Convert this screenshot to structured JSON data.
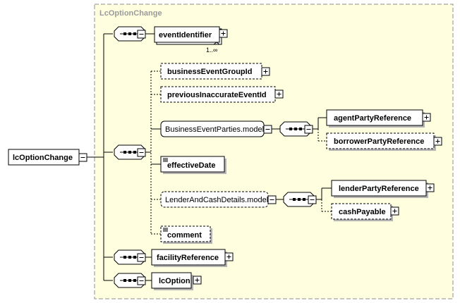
{
  "diagram": {
    "type_title": "LcOptionChange",
    "root_element": "lcOptionChange",
    "elements": {
      "event_identifier": "eventIdentifier",
      "event_identifier_occurs": "1..∞",
      "business_event_group_id": "businessEventGroupId",
      "previous_inaccurate_event_id": "previousInaccurateEventId",
      "business_event_parties_model": "BusinessEventParties.model",
      "agent_party_reference": "agentPartyReference",
      "borrower_party_reference": "borrowerPartyReference",
      "effective_date": "effectiveDate",
      "lender_and_cash_details_model": "LenderAndCashDetails.model",
      "lender_party_reference": "lenderPartyReference",
      "cash_payable": "cashPayable",
      "comment": "comment",
      "facility_reference": "facilityReference",
      "lc_option": "lcOption"
    },
    "colors": {
      "type_box_fill": "#ffffe0",
      "type_box_border": "#8c8c8c",
      "line": "#000000",
      "shadow": "#b4b4b4"
    }
  }
}
